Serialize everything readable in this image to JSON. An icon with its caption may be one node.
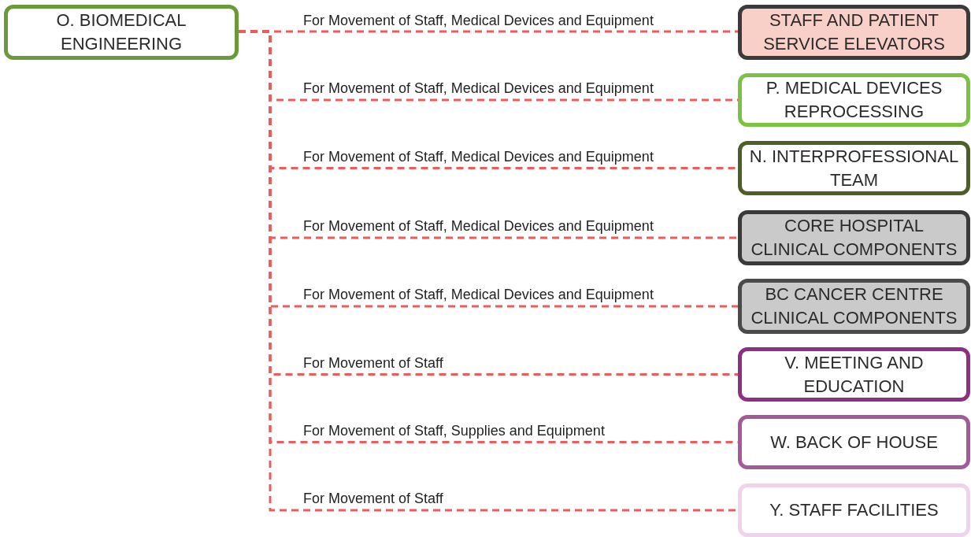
{
  "diagram": {
    "nodes": [
      {
        "text": [
          "O. BIOMEDICAL ENGINEERING"
        ]
      },
      {
        "text": [
          "STAFF AND PATIENT SERVICE ELEVATORS"
        ]
      },
      {
        "text": [
          "P. MEDICAL DEVICES REPROCESSING"
        ]
      },
      {
        "text": [
          "N. INTERPROFESSIONAL TEAM"
        ]
      },
      {
        "text": [
          "CORE HOSPITAL CLINICAL COMPONENTS"
        ]
      },
      {
        "text": [
          "BC CANCER CENTRE CLINICAL COMPONENTS"
        ]
      },
      {
        "text": [
          "V. MEETING AND EDUCATION"
        ]
      },
      {
        "text": [
          "W. BACK OF HOUSE"
        ]
      },
      {
        "text": [
          "Y. STAFF FACILITIES"
        ]
      }
    ],
    "edges": [
      {
        "from": 0,
        "to": 1,
        "arrow": "none",
        "style": "dashed",
        "label": "For Movement of Staff, Medical Devices and Equipment"
      },
      {
        "from": 0,
        "to": 2,
        "arrow": "none",
        "style": "dashed",
        "label": "For Movement of Staff, Medical Devices and Equipment"
      },
      {
        "from": 0,
        "to": 3,
        "arrow": "none",
        "style": "dashed",
        "label": "For Movement of Staff, Medical Devices and Equipment"
      },
      {
        "from": 0,
        "to": 4,
        "arrow": "none",
        "style": "dashed",
        "label": "For Movement of Staff, Medical Devices and Equipment"
      },
      {
        "from": 0,
        "to": 5,
        "arrow": "none",
        "style": "dashed",
        "label": "For Movement of Staff, Medical Devices and Equipment"
      },
      {
        "from": 0,
        "to": 6,
        "arrow": "none",
        "style": "dashed",
        "label": "For Movement of Staff"
      },
      {
        "from": 0,
        "to": 7,
        "arrow": "none",
        "style": "dashed",
        "label": "For Movement of Staff, Supplies and Equipment"
      },
      {
        "from": 0,
        "to": 8,
        "arrow": "none",
        "style": "dashed",
        "label": "For Movement of Staff"
      }
    ]
  }
}
